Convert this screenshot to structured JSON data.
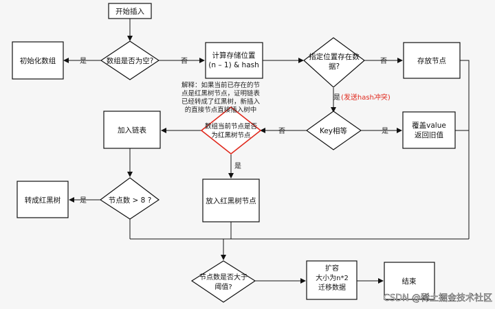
{
  "nodes": {
    "start": "开始插入",
    "init_array": "初始化数组",
    "array_empty": "数组是否为空?",
    "compute_pos": [
      "计算存储位置",
      "(n – 1) & hash"
    ],
    "pos_exists": [
      "指定位置存在数",
      "据?"
    ],
    "store_node": "存放节点",
    "key_equal": "Key相等",
    "overwrite": [
      "覆盖value",
      "返回旧值"
    ],
    "is_rbtree": [
      "数组当前节点是否",
      "为红黑树节点"
    ],
    "add_list": "加入链表",
    "put_rbtree": "放入红黑树节点",
    "to_rbtree": "转成红黑树",
    "node_count": "节点数 > 8 ?",
    "threshold": [
      "节点数是否大于",
      "阈值?"
    ],
    "resize": [
      "扩容",
      "大小为n*2",
      "迁移数据"
    ],
    "end": "结束"
  },
  "edge_labels": {
    "empty_yes": "是",
    "empty_no": "否",
    "exists_no": "否",
    "exists_yes": "是",
    "exists_yes_note": "(发送hash冲突)",
    "key_yes": "是",
    "key_no": "否",
    "rbtree_yes": "是",
    "count_yes": "是"
  },
  "note": [
    "解释：如果当前已存在的节",
    "点是红黑树节点，证明链表",
    "已经转成了红黑树，新插入",
    "的直接节点直接插入树中"
  ],
  "watermark": "CSDN @稀土掘金技术社区",
  "colors": {
    "highlight": "#e0281c",
    "stroke": "#111111",
    "fill": "#ffffff",
    "background": "#f6f6f6"
  }
}
